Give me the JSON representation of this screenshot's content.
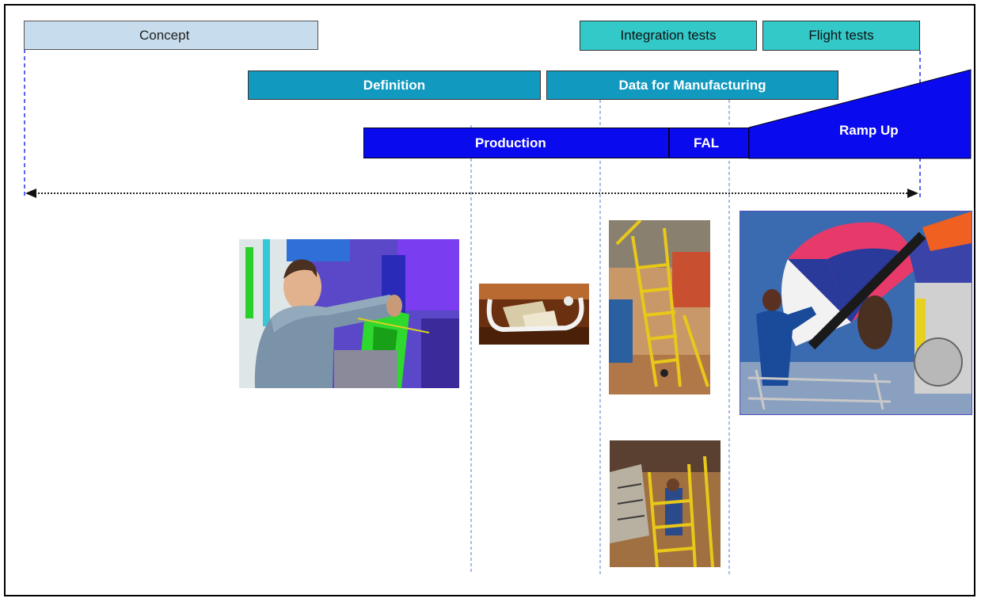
{
  "phases": {
    "concept": "Concept",
    "integration_tests": "Integration tests",
    "flight_tests": "Flight tests",
    "definition": "Definition",
    "data_for_manufacturing": "Data for Manufacturing",
    "production": "Production",
    "fal": "FAL",
    "ramp_up": "Ramp Up"
  },
  "colors": {
    "concept": "#c7dcec",
    "tests": "#33c9c9",
    "definition": "#1199c0",
    "production": "#0a0aee"
  },
  "photos": [
    {
      "name": "cad-ergonomics-image"
    },
    {
      "name": "parts-tray-image"
    },
    {
      "name": "assembly-scaffold-image"
    },
    {
      "name": "assembly-ladder-image"
    },
    {
      "name": "engine-inspection-image"
    }
  ]
}
